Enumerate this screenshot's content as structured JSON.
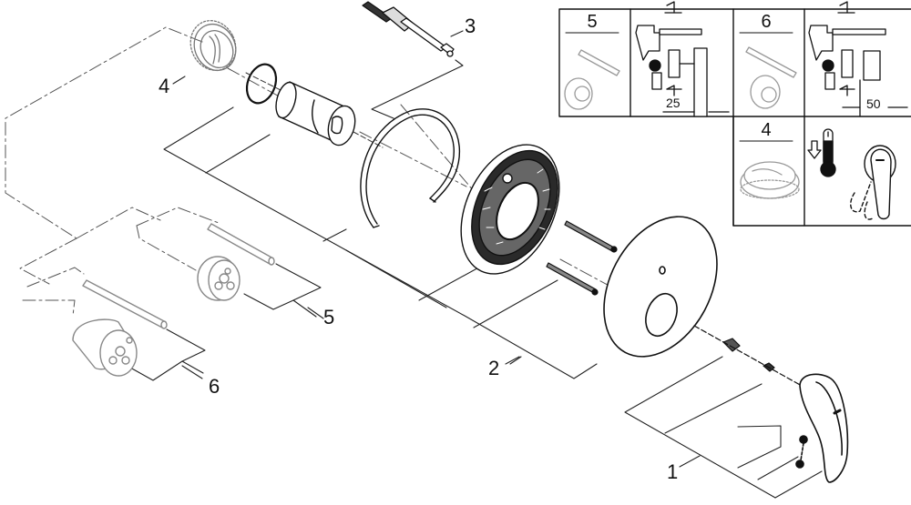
{
  "diagram": {
    "title": "Exploded parts view - concealed single-lever shower mixer trim",
    "callouts": [
      {
        "id": "1",
        "label": "1",
        "part": "lever handle with set screws"
      },
      {
        "id": "2",
        "label": "2",
        "part": "escutcheon wall plate set with mounting plate and screws"
      },
      {
        "id": "3",
        "label": "3",
        "part": "extension spindle"
      },
      {
        "id": "4",
        "label": "4",
        "part": "temperature stop ring"
      },
      {
        "id": "5",
        "label": "5",
        "part": "extension set 25 mm (rod + adapter)"
      },
      {
        "id": "6",
        "label": "6",
        "part": "extension set 50 mm (rod + adapter)"
      }
    ],
    "inset_panel": {
      "cells": [
        {
          "label": "5",
          "dimension": "25",
          "content": "extension rod and adapter"
        },
        {
          "label": "6",
          "dimension": "50",
          "content": "extension rod and adapter"
        },
        {
          "label": "4",
          "content": "temperature stop ring"
        }
      ],
      "icons": [
        "thermometer-icon",
        "down-arrow-icon",
        "lever-rotation-icon"
      ]
    }
  }
}
